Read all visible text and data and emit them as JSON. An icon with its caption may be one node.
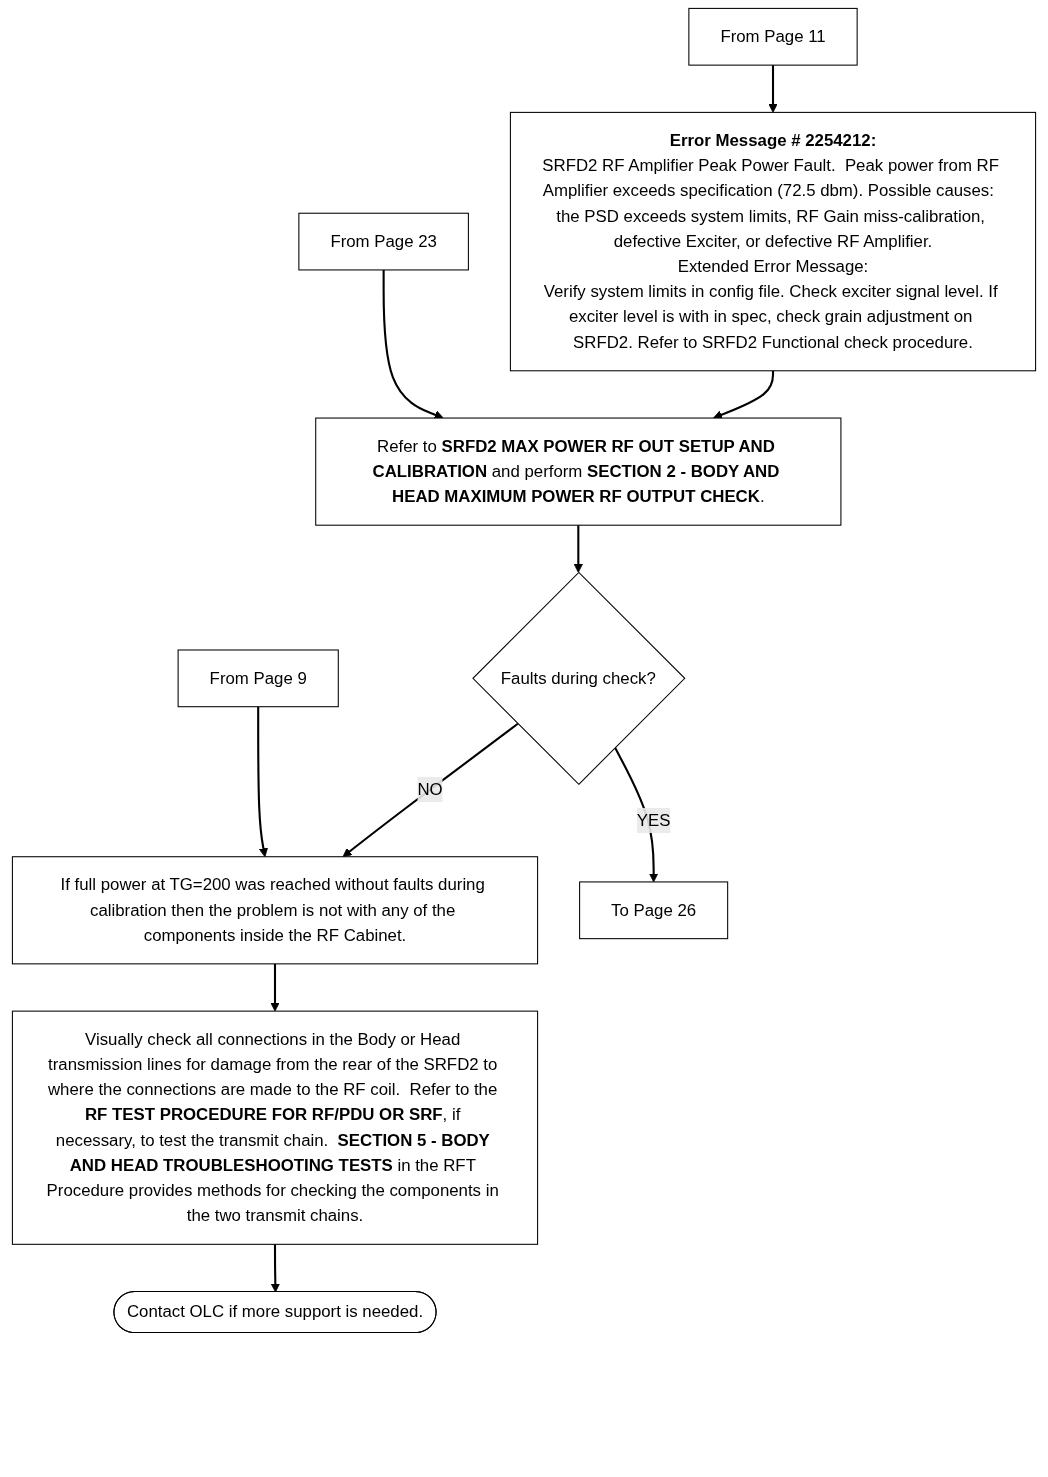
{
  "diagram": {
    "nodes": [
      {
        "text": [
          "From Page 23"
        ]
      },
      {
        "text": [
          "From Page 11"
        ]
      },
      {
        "text": [
          "Error Message # 2254212:",
          "SRFD2 RF Amplifier Peak Power Fault.  Peak power from RF Amplifier exceeds specification (72.5 dbm). Possible causes:  the PSD exceeds system limits, RF Gain miss-calibration, defective Exciter, or defective RF Amplifier.",
          "Extended Error Message:",
          "Verify system limits in config file. Check exciter signal level. If exciter level is with in spec, check grain adjustment on SRFD2. Refer to SRFD2 Functional check procedure."
        ]
      },
      {
        "text": [
          "Refer to **SRFD2 MAX POWER RF OUT SETUP AND CALIBRATION** and perform **SECTION 2 - BODY AND HEAD MAXIMUM POWER RF OUTPUT CHECK**."
        ]
      },
      {
        "text": [
          "From Page 9"
        ]
      },
      {
        "text": [
          "Faults during check?"
        ]
      },
      {
        "text": [
          "If full power at TG=200 was reached without faults during calibration then the problem is not with any of the components inside the RF Cabinet."
        ]
      },
      {
        "text": [
          "Visually check all connections in the Body or Head transmission lines for damage from the rear of the SRFD2 to where the connections are made to the RF coil.  Refer to the **RF TEST PROCEDURE FOR RF/PDU OR SRF**, if necessary, to test the transmit chain.  **SECTION 5 - BODY AND HEAD TROUBLESHOOTING TESTS** in the RFT Procedure provides methods for checking the components in the two transmit chains."
        ]
      },
      {
        "text": [
          "To Page 26"
        ]
      },
      {
        "text": [
          "Contact OLC if more support is needed."
        ]
      }
    ],
    "edges": [
      {
        "from": 0,
        "to": 3,
        "arrow": "to"
      },
      {
        "from": 1,
        "to": 2,
        "arrow": "to"
      },
      {
        "from": 2,
        "to": 3,
        "arrow": "to"
      },
      {
        "from": 3,
        "to": 5,
        "arrow": "to"
      },
      {
        "from": 5,
        "to": 6,
        "label": "NO",
        "arrow": "to"
      },
      {
        "from": 4,
        "to": 6,
        "arrow": "to"
      },
      {
        "from": 5,
        "to": 8,
        "label": "YES",
        "arrow": "to"
      },
      {
        "from": 6,
        "to": 7,
        "arrow": "to"
      },
      {
        "from": 7,
        "to": 9,
        "arrow": "to"
      }
    ]
  }
}
